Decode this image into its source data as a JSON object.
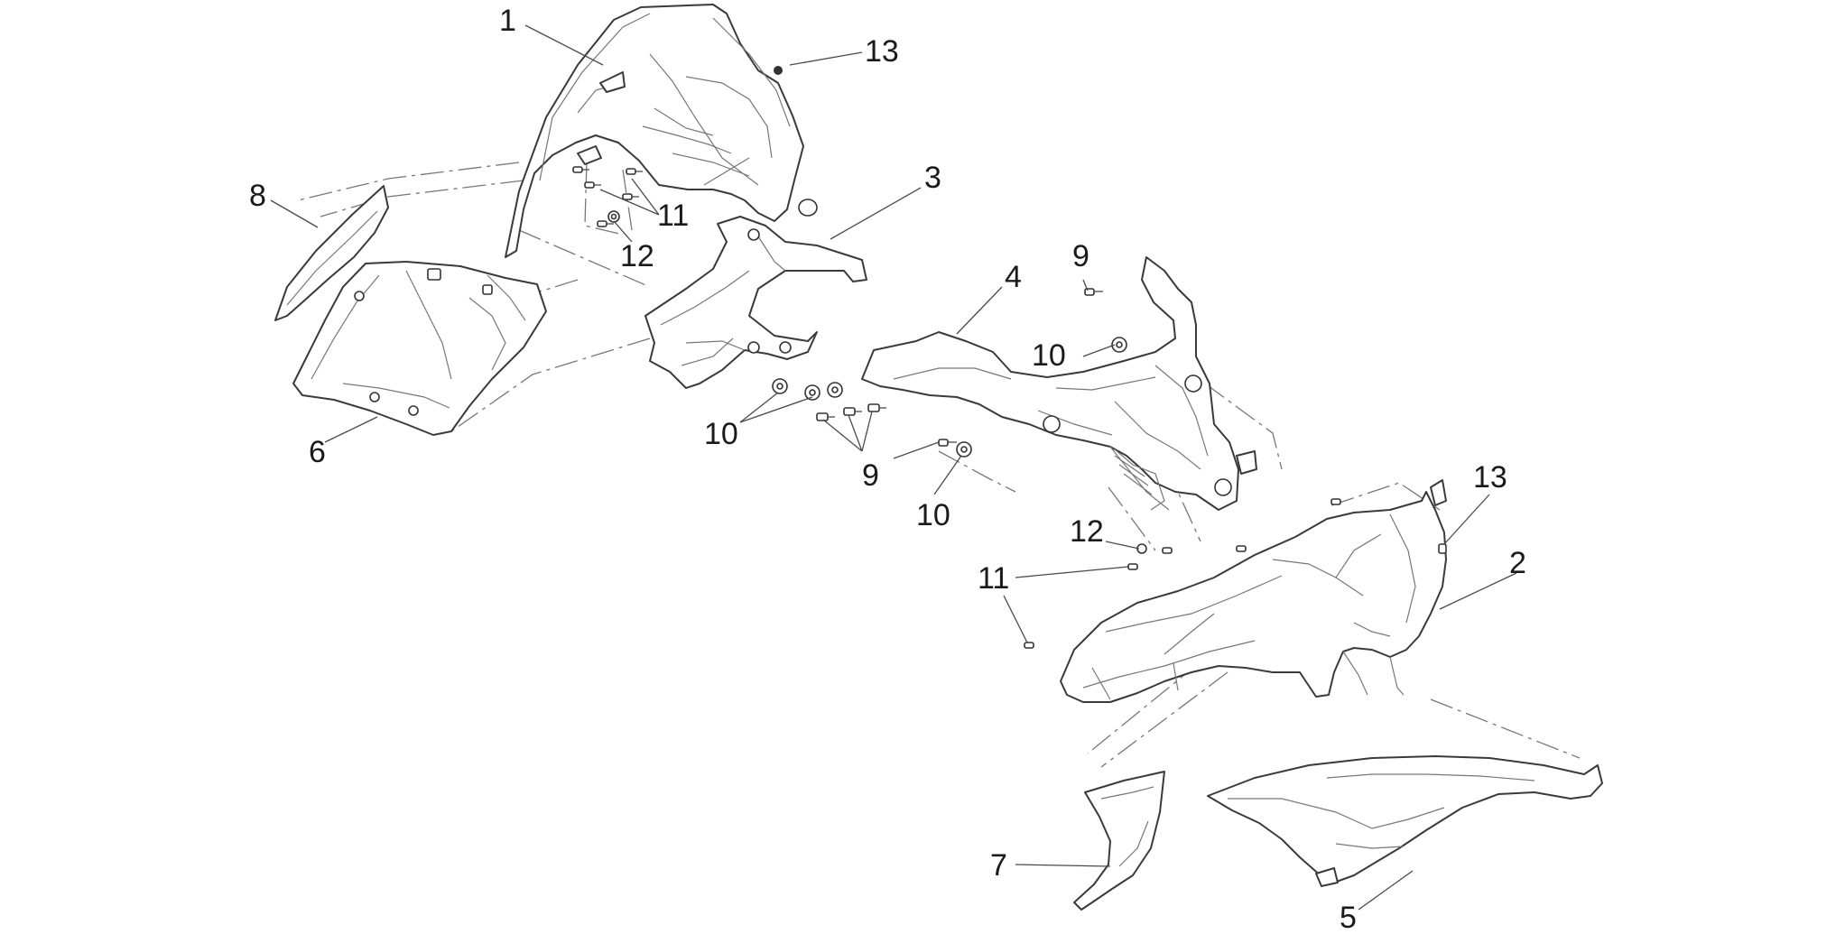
{
  "callouts": {
    "c1": "1",
    "c2": "2",
    "c3": "3",
    "c4": "4",
    "c5": "5",
    "c6": "6",
    "c7": "7",
    "c8": "8",
    "c9a": "9",
    "c9b": "9",
    "c10a": "10",
    "c10b": "10",
    "c10c": "10",
    "c11a": "11",
    "c11b": "11",
    "c12a": "12",
    "c12b": "12",
    "c13a": "13",
    "c13b": "13"
  },
  "colors": {
    "line": "#3a3a3a",
    "background": "#ffffff"
  }
}
